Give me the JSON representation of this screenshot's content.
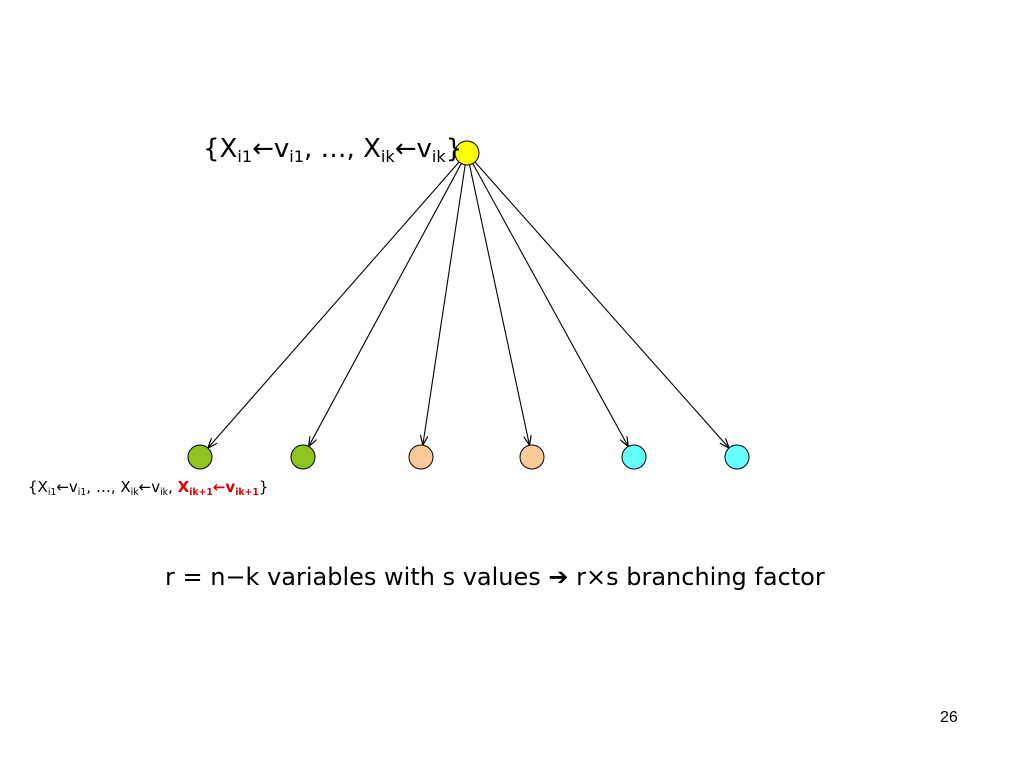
{
  "diagram": {
    "root": {
      "name": "root-node",
      "color": "#ffff00"
    },
    "children": [
      {
        "name": "child-node-1",
        "color": "#8fc31f"
      },
      {
        "name": "child-node-2",
        "color": "#8fc31f"
      },
      {
        "name": "child-node-3",
        "color": "#fcc99b"
      },
      {
        "name": "child-node-4",
        "color": "#fcc99b"
      },
      {
        "name": "child-node-5",
        "color": "#66ffff"
      },
      {
        "name": "child-node-6",
        "color": "#66ffff"
      }
    ],
    "highlight_color": "#e00000"
  },
  "labels": {
    "top": {
      "open": "{",
      "x1": "X",
      "x1_sub": "i1",
      "arrow1": "←",
      "v1": "v",
      "v1_sub": "i1",
      "mid": ", …, ",
      "xk": "X",
      "xk_sub": "ik",
      "arrowk": "←",
      "vk": "v",
      "vk_sub": "ik",
      "close": "}"
    },
    "bottom": {
      "open": "{",
      "x1": "X",
      "x1_sub": "i1",
      "arrow1": "←",
      "v1": "v",
      "v1_sub": "i1",
      "mid": ", …, ",
      "xk": "X",
      "xk_sub": "ik",
      "arrowk": "←",
      "vk": "v",
      "vk_sub": "ik",
      "sep": ", ",
      "xn": "X",
      "xn_sub": "ik+1",
      "arrown": "←",
      "vn": "v",
      "vn_sub": "ik+1",
      "close": "}"
    }
  },
  "caption": {
    "text": "r = n−k variables with s values ➔ r×s branching factor"
  },
  "slide_number": "26"
}
